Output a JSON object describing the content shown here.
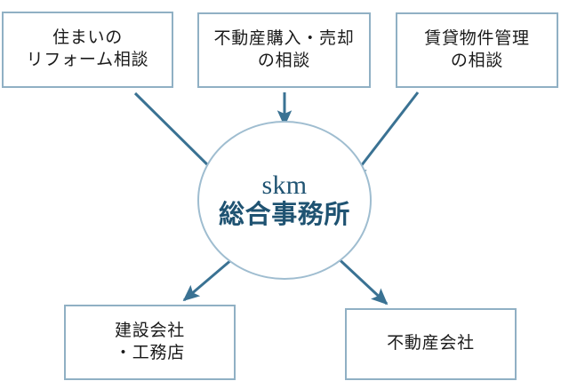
{
  "diagram": {
    "type": "hub-and-spoke-flow",
    "background_color": "#ffffff",
    "box_border_color": "#90b0c4",
    "ellipse_border_color": "#9fbdd0",
    "arrow_color": "#3a7293",
    "box_text_color": "#1a1a1a",
    "hub_text_color": "#1f5372",
    "hub": {
      "name": "skm-soogoo-jimusho",
      "line1": "skm",
      "line2": "総合事務所"
    },
    "inputs": [
      {
        "name": "reform-consultation",
        "line1": "住まいの",
        "line2": "リフォーム相談"
      },
      {
        "name": "realestate-purchase-sale-consultation",
        "line1": "不動産購入・売却",
        "line2": "の相談"
      },
      {
        "name": "rental-property-management-consultation",
        "line1": "賃貸物件管理",
        "line2": "の相談"
      }
    ],
    "outputs": [
      {
        "name": "construction-company",
        "line1": "建設会社",
        "line2": "・工務店"
      },
      {
        "name": "real-estate-company",
        "line1": "不動産会社",
        "line2": ""
      }
    ]
  }
}
